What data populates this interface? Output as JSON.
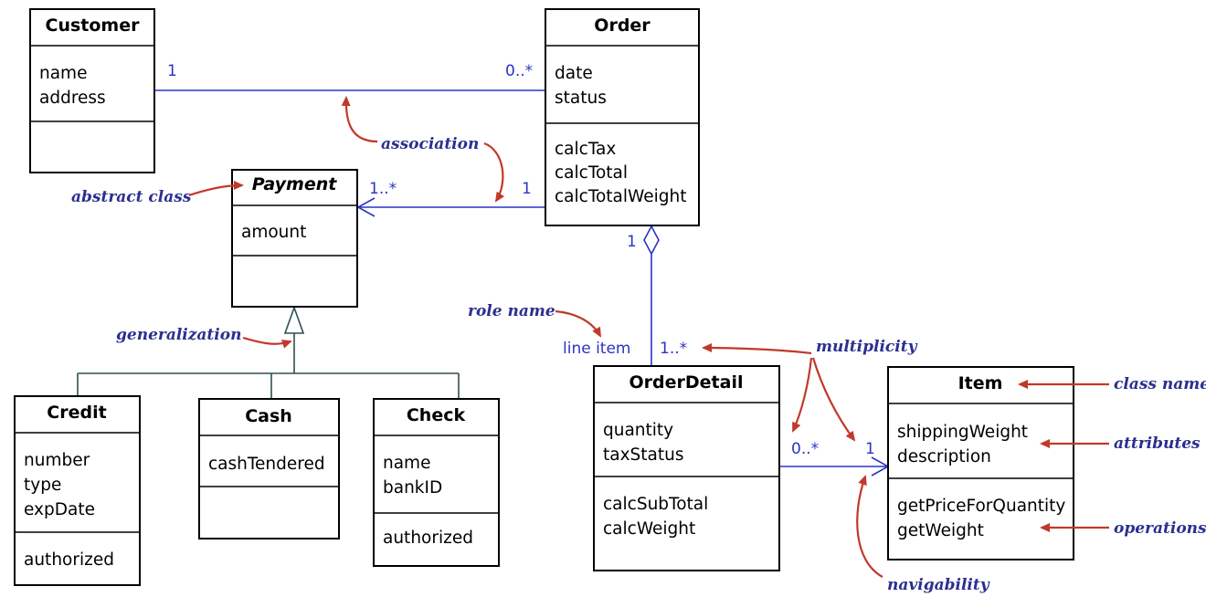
{
  "classes": {
    "customer": {
      "name": "Customer",
      "attributes": [
        "name",
        "address"
      ],
      "operations": []
    },
    "order": {
      "name": "Order",
      "attributes": [
        "date",
        "status"
      ],
      "operations": [
        "calcTax",
        "calcTotal",
        "calcTotalWeight"
      ]
    },
    "payment": {
      "name": "Payment",
      "attributes": [
        "amount"
      ],
      "operations": []
    },
    "credit": {
      "name": "Credit",
      "attributes": [
        "number",
        "type",
        "expDate"
      ],
      "operations": [
        "authorized"
      ]
    },
    "cash": {
      "name": "Cash",
      "attributes": [
        "cashTendered"
      ],
      "operations": []
    },
    "check": {
      "name": "Check",
      "attributes": [
        "name",
        "bankID"
      ],
      "operations": [
        "authorized"
      ]
    },
    "orderdetail": {
      "name": "OrderDetail",
      "attributes": [
        "quantity",
        "taxStatus"
      ],
      "operations": [
        "calcSubTotal",
        "calcWeight"
      ]
    },
    "item": {
      "name": "Item",
      "attributes": [
        "shippingWeight",
        "description"
      ],
      "operations": [
        "getPriceForQuantity",
        "getWeight"
      ]
    }
  },
  "multiplicities": {
    "customer_order_customer": "1",
    "customer_order_order": "0..*",
    "order_payment_payment": "1..*",
    "order_payment_order": "1",
    "order_detail_order": "1",
    "order_detail_detail": "1..*",
    "detail_item_detail": "0..*",
    "detail_item_item": "1"
  },
  "role_names": {
    "order_detail": "line item"
  },
  "annotations": {
    "association": "association",
    "abstract_class": "abstract class",
    "generalization": "generalization",
    "role_name": "role name",
    "multiplicity": "multiplicity",
    "class_name": "class name",
    "attributes": "attributes",
    "operations": "operations",
    "navigability": "navigability"
  },
  "colors": {
    "association_line": "#2a34c6",
    "generalization_line": "#2f4f4f",
    "annotation_arrow": "#c0392b",
    "annotation_text": "#2b2f8f"
  }
}
